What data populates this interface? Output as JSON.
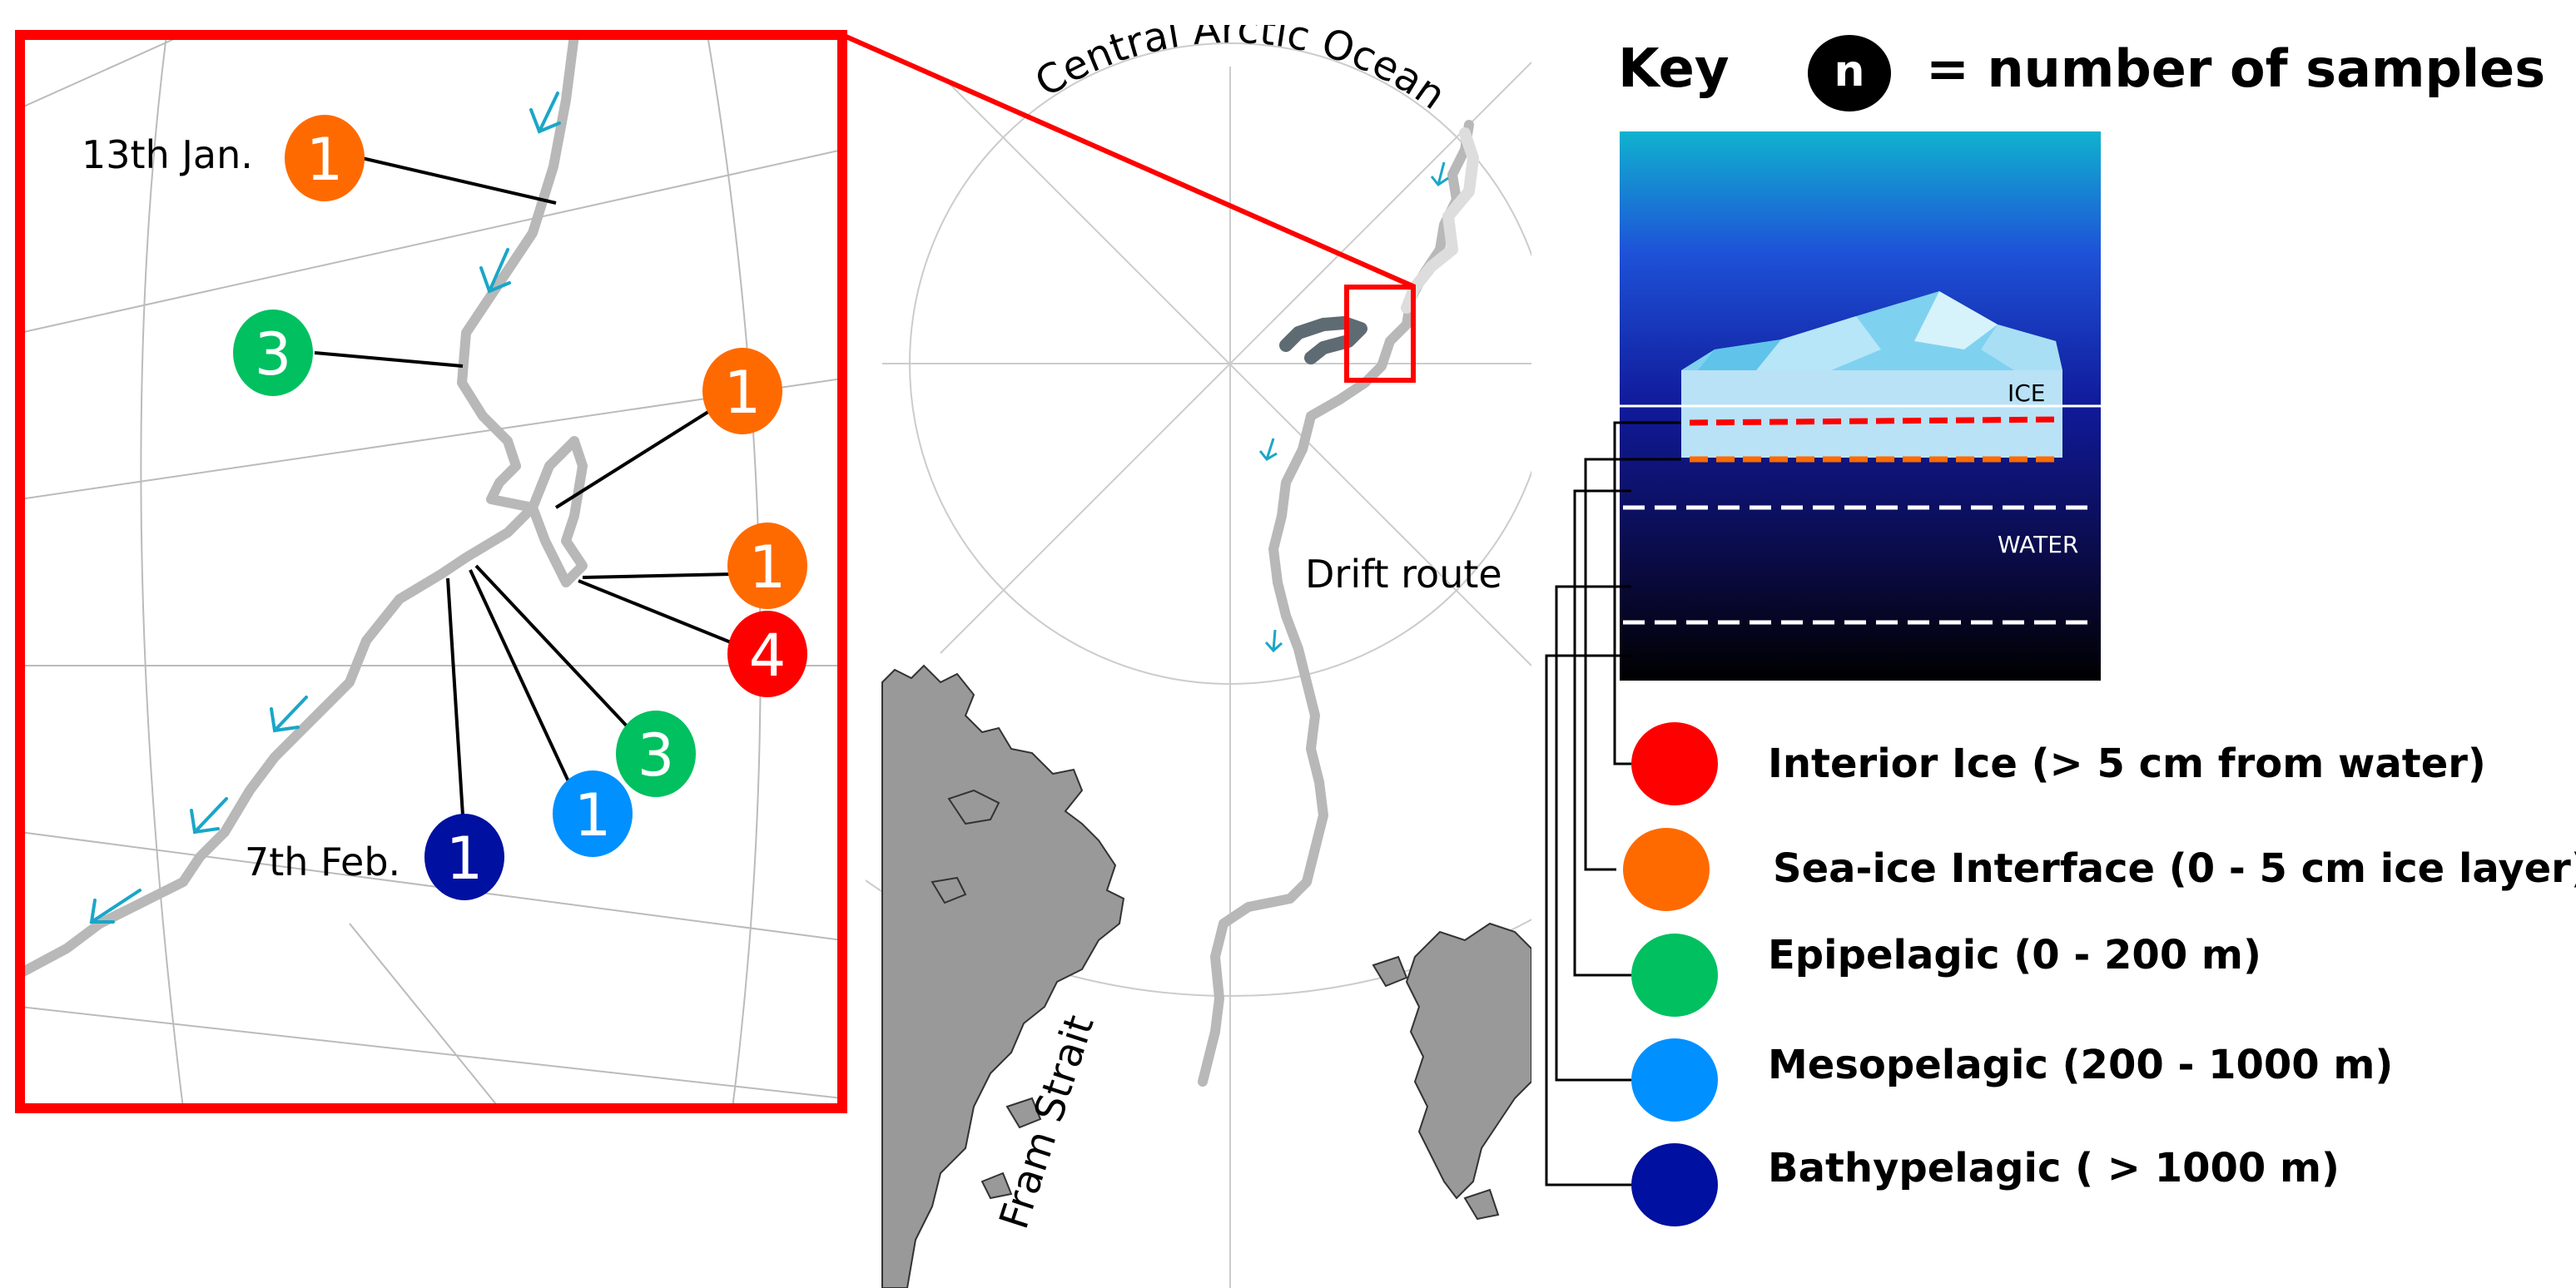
{
  "map": {
    "region_label": "Central Arctic Ocean",
    "route_label": "Drift route",
    "strait_label": "Fram Strait"
  },
  "inset": {
    "date_start": "13th Jan.",
    "date_end": "7th Feb.",
    "samples": [
      {
        "count": "1",
        "category": "sea-ice-interface",
        "color": "#ff6a00"
      },
      {
        "count": "3",
        "category": "epipelagic",
        "color": "#00c060"
      },
      {
        "count": "1",
        "category": "sea-ice-interface",
        "color": "#ff6a00"
      },
      {
        "count": "1",
        "category": "sea-ice-interface",
        "color": "#ff6a00"
      },
      {
        "count": "4",
        "category": "interior-ice",
        "color": "#ff0000"
      },
      {
        "count": "3",
        "category": "epipelagic",
        "color": "#00c060"
      },
      {
        "count": "1",
        "category": "mesopelagic",
        "color": "#0090ff"
      },
      {
        "count": "1",
        "category": "bathypelagic",
        "color": "#0010a0"
      }
    ]
  },
  "key": {
    "title": "Key",
    "symbol": "n",
    "symbol_text": "= number of samples",
    "diagram_ice": "ICE",
    "diagram_water": "WATER",
    "entries": [
      {
        "label": "Interior Ice (> 5 cm from water)",
        "color": "#ff0000"
      },
      {
        "label": "Sea-ice Interface (0 - 5 cm ice layer)",
        "color": "#ff6a00"
      },
      {
        "label": "Epipelagic (0 - 200 m)",
        "color": "#00c060"
      },
      {
        "label": "Mesopelagic (200 - 1000 m)",
        "color": "#0090ff"
      },
      {
        "label": "Bathypelagic ( > 1000 m)",
        "color": "#0010a0"
      }
    ]
  },
  "colors": {
    "inset_frame": "#ff0000",
    "drift_track": "#c0c0c0",
    "early_track": "#5f6b73",
    "land": "#999999",
    "arrow": "#1aa6c8"
  }
}
